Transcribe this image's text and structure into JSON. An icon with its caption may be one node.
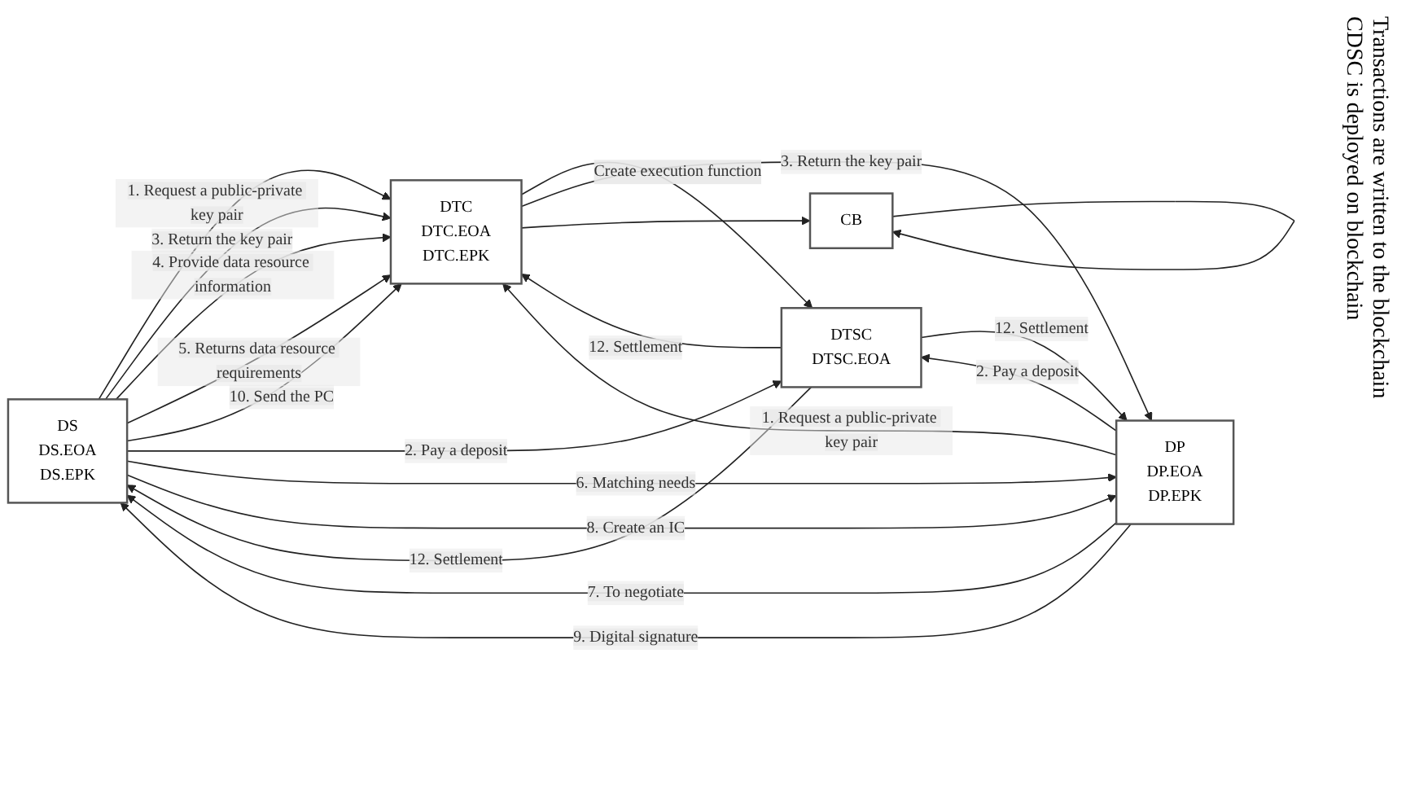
{
  "diagram": {
    "nodes": [
      {
        "text": [
          "DS",
          "DS.EOA",
          "DS.EPK"
        ]
      },
      {
        "text": [
          "DTC",
          "DTC.EOA",
          "DTC.EPK"
        ]
      },
      {
        "text": [
          "DTSC",
          "DTSC.EOA"
        ]
      },
      {
        "text": [
          "DP",
          "DP.EOA",
          "DP.EPK"
        ]
      },
      {
        "text": [
          "CB"
        ]
      }
    ],
    "edges": [
      {
        "from": 0,
        "to": 1,
        "arrow": "to",
        "label": "1. Request a public-private key pair"
      },
      {
        "from": 0,
        "to": 1,
        "arrow": "to",
        "label": "3. Return the key pair"
      },
      {
        "from": 0,
        "to": 1,
        "arrow": "to",
        "label": "4. Provide data resource information"
      },
      {
        "from": 0,
        "to": 1,
        "arrow": "to",
        "label": "5. Returns data resource requirements"
      },
      {
        "from": 0,
        "to": 1,
        "arrow": "to",
        "label": "10. Send the PC"
      },
      {
        "from": 0,
        "to": 2,
        "arrow": "to",
        "label": "2. Pay a deposit"
      },
      {
        "from": 2,
        "to": 0,
        "arrow": "to",
        "label": "12. Settlement"
      },
      {
        "from": 1,
        "to": 2,
        "arrow": "to",
        "label": "Create execution function"
      },
      {
        "from": 2,
        "to": 1,
        "arrow": "to",
        "label": "12. Settlement"
      },
      {
        "from": 0,
        "to": 3,
        "arrow": "to",
        "label": "6. Matching needs"
      },
      {
        "from": 3,
        "to": 0,
        "arrow": "to",
        "label": "7. To negotiate"
      },
      {
        "from": 0,
        "to": 3,
        "arrow": "to",
        "label": "8. Create an IC"
      },
      {
        "from": 3,
        "to": 0,
        "arrow": "to",
        "label": "9. Digital signature"
      },
      {
        "from": 3,
        "to": 2,
        "arrow": "to",
        "label": "2. Pay a deposit"
      },
      {
        "from": 2,
        "to": 3,
        "arrow": "to",
        "label": "12. Settlement"
      },
      {
        "from": 3,
        "to": 1,
        "arrow": "to",
        "label": "1. Request a public-private key pair"
      },
      {
        "from": 1,
        "to": 3,
        "arrow": "to",
        "label": "3. Return the key pair"
      },
      {
        "from": 1,
        "to": 4,
        "arrow": "to"
      },
      {
        "from": 4,
        "to": 4,
        "arrow": "to"
      }
    ],
    "labels": [
      "Transactions are written to the blockchain",
      "CDSC is deployed on blockchain"
    ]
  }
}
